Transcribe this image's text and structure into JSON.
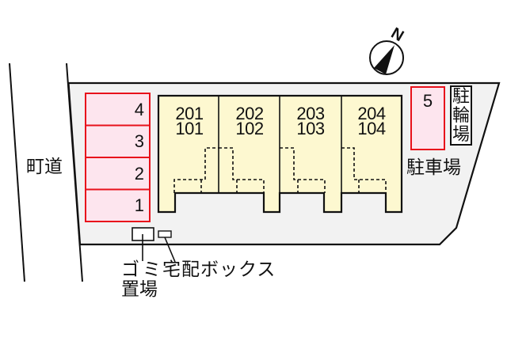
{
  "road": {
    "label": "町道"
  },
  "compass": {
    "north_label": "N"
  },
  "building": {
    "units": [
      {
        "upper": "201",
        "lower": "101"
      },
      {
        "upper": "202",
        "lower": "102"
      },
      {
        "upper": "203",
        "lower": "103"
      },
      {
        "upper": "204",
        "lower": "104"
      }
    ]
  },
  "parking": {
    "label": "駐車場",
    "spaces": [
      {
        "number": "4"
      },
      {
        "number": "3"
      },
      {
        "number": "2"
      },
      {
        "number": "1"
      },
      {
        "number": "5"
      }
    ]
  },
  "bicycle_parking": {
    "label_chars": [
      "駐",
      "輪",
      "場"
    ]
  },
  "garbage_area": {
    "label_line1": "ゴミ",
    "label_line2": "置場"
  },
  "delivery_box": {
    "label": "宅配ボックス"
  },
  "colors": {
    "lot": "#f2f2f2",
    "building": "#fdf8d0",
    "parking_fill": "#fde5ee",
    "parking_line": "#e8111b",
    "ink": "#111111"
  }
}
